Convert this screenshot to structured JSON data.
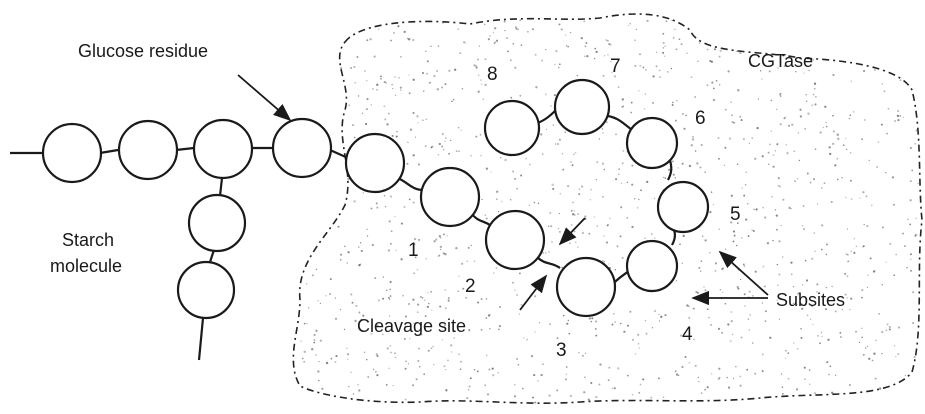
{
  "labels": {
    "glucose_residue": "Glucose residue",
    "enzyme": "CGTase",
    "starch_line1": "Starch",
    "starch_line2": "molecule",
    "cleavage_site": "Cleavage site",
    "subsites": "Subsites"
  },
  "subsite_numbers": [
    "1",
    "2",
    "3",
    "4",
    "5",
    "6",
    "7",
    "8"
  ]
}
